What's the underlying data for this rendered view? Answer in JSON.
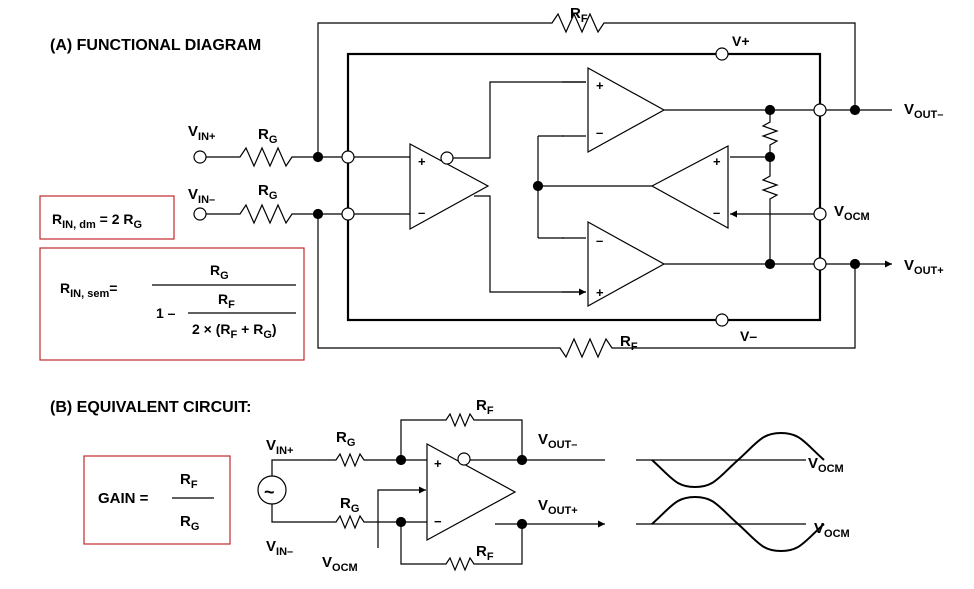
{
  "section_a": {
    "title": "(A) FUNCTIONAL  DIAGRAM"
  },
  "section_b": {
    "title": "(B) EQUIVALENT CIRCUIT:"
  },
  "colors": {
    "box_border": "#c0282d",
    "line": "#000000"
  },
  "labels": {
    "rf": {
      "main": "R",
      "sub": "F"
    },
    "rg": {
      "main": "R",
      "sub": "G"
    },
    "v_plus": "V+",
    "v_minus": "V–",
    "vin_plus": {
      "main": "V",
      "sub": "IN+"
    },
    "vin_minus": {
      "main": "V",
      "sub": "IN–"
    },
    "vout_minus": {
      "main": "V",
      "sub": "OUT–"
    },
    "vout_plus": {
      "main": "V",
      "sub": "OUT+"
    },
    "vocm": {
      "main": "V",
      "sub": "OCM"
    },
    "plus_sign": "+",
    "minus_sign": "–",
    "minus_sign_b": "−",
    "ac_source": "~"
  },
  "formulas": {
    "rin_dm": {
      "lhs_main": "R",
      "lhs_sub": "IN, dm",
      "eq": " = 2 R",
      "rhs_sub": "G"
    },
    "rin_sem": {
      "lhs_main": "R",
      "lhs_sub": "IN, sem",
      "eq": "=",
      "num_main": "R",
      "num_sub": "G",
      "one_minus": "1 –",
      "inner_num_main": "R",
      "inner_num_sub": "F",
      "den_a": "2 × (R",
      "den_a_sub": "F",
      "den_b": " + R",
      "den_b_sub": "G",
      "den_c": ")"
    },
    "gain": {
      "label": "GAIN =",
      "num_main": "R",
      "num_sub": "F",
      "den_main": "R",
      "den_sub": "G"
    }
  }
}
